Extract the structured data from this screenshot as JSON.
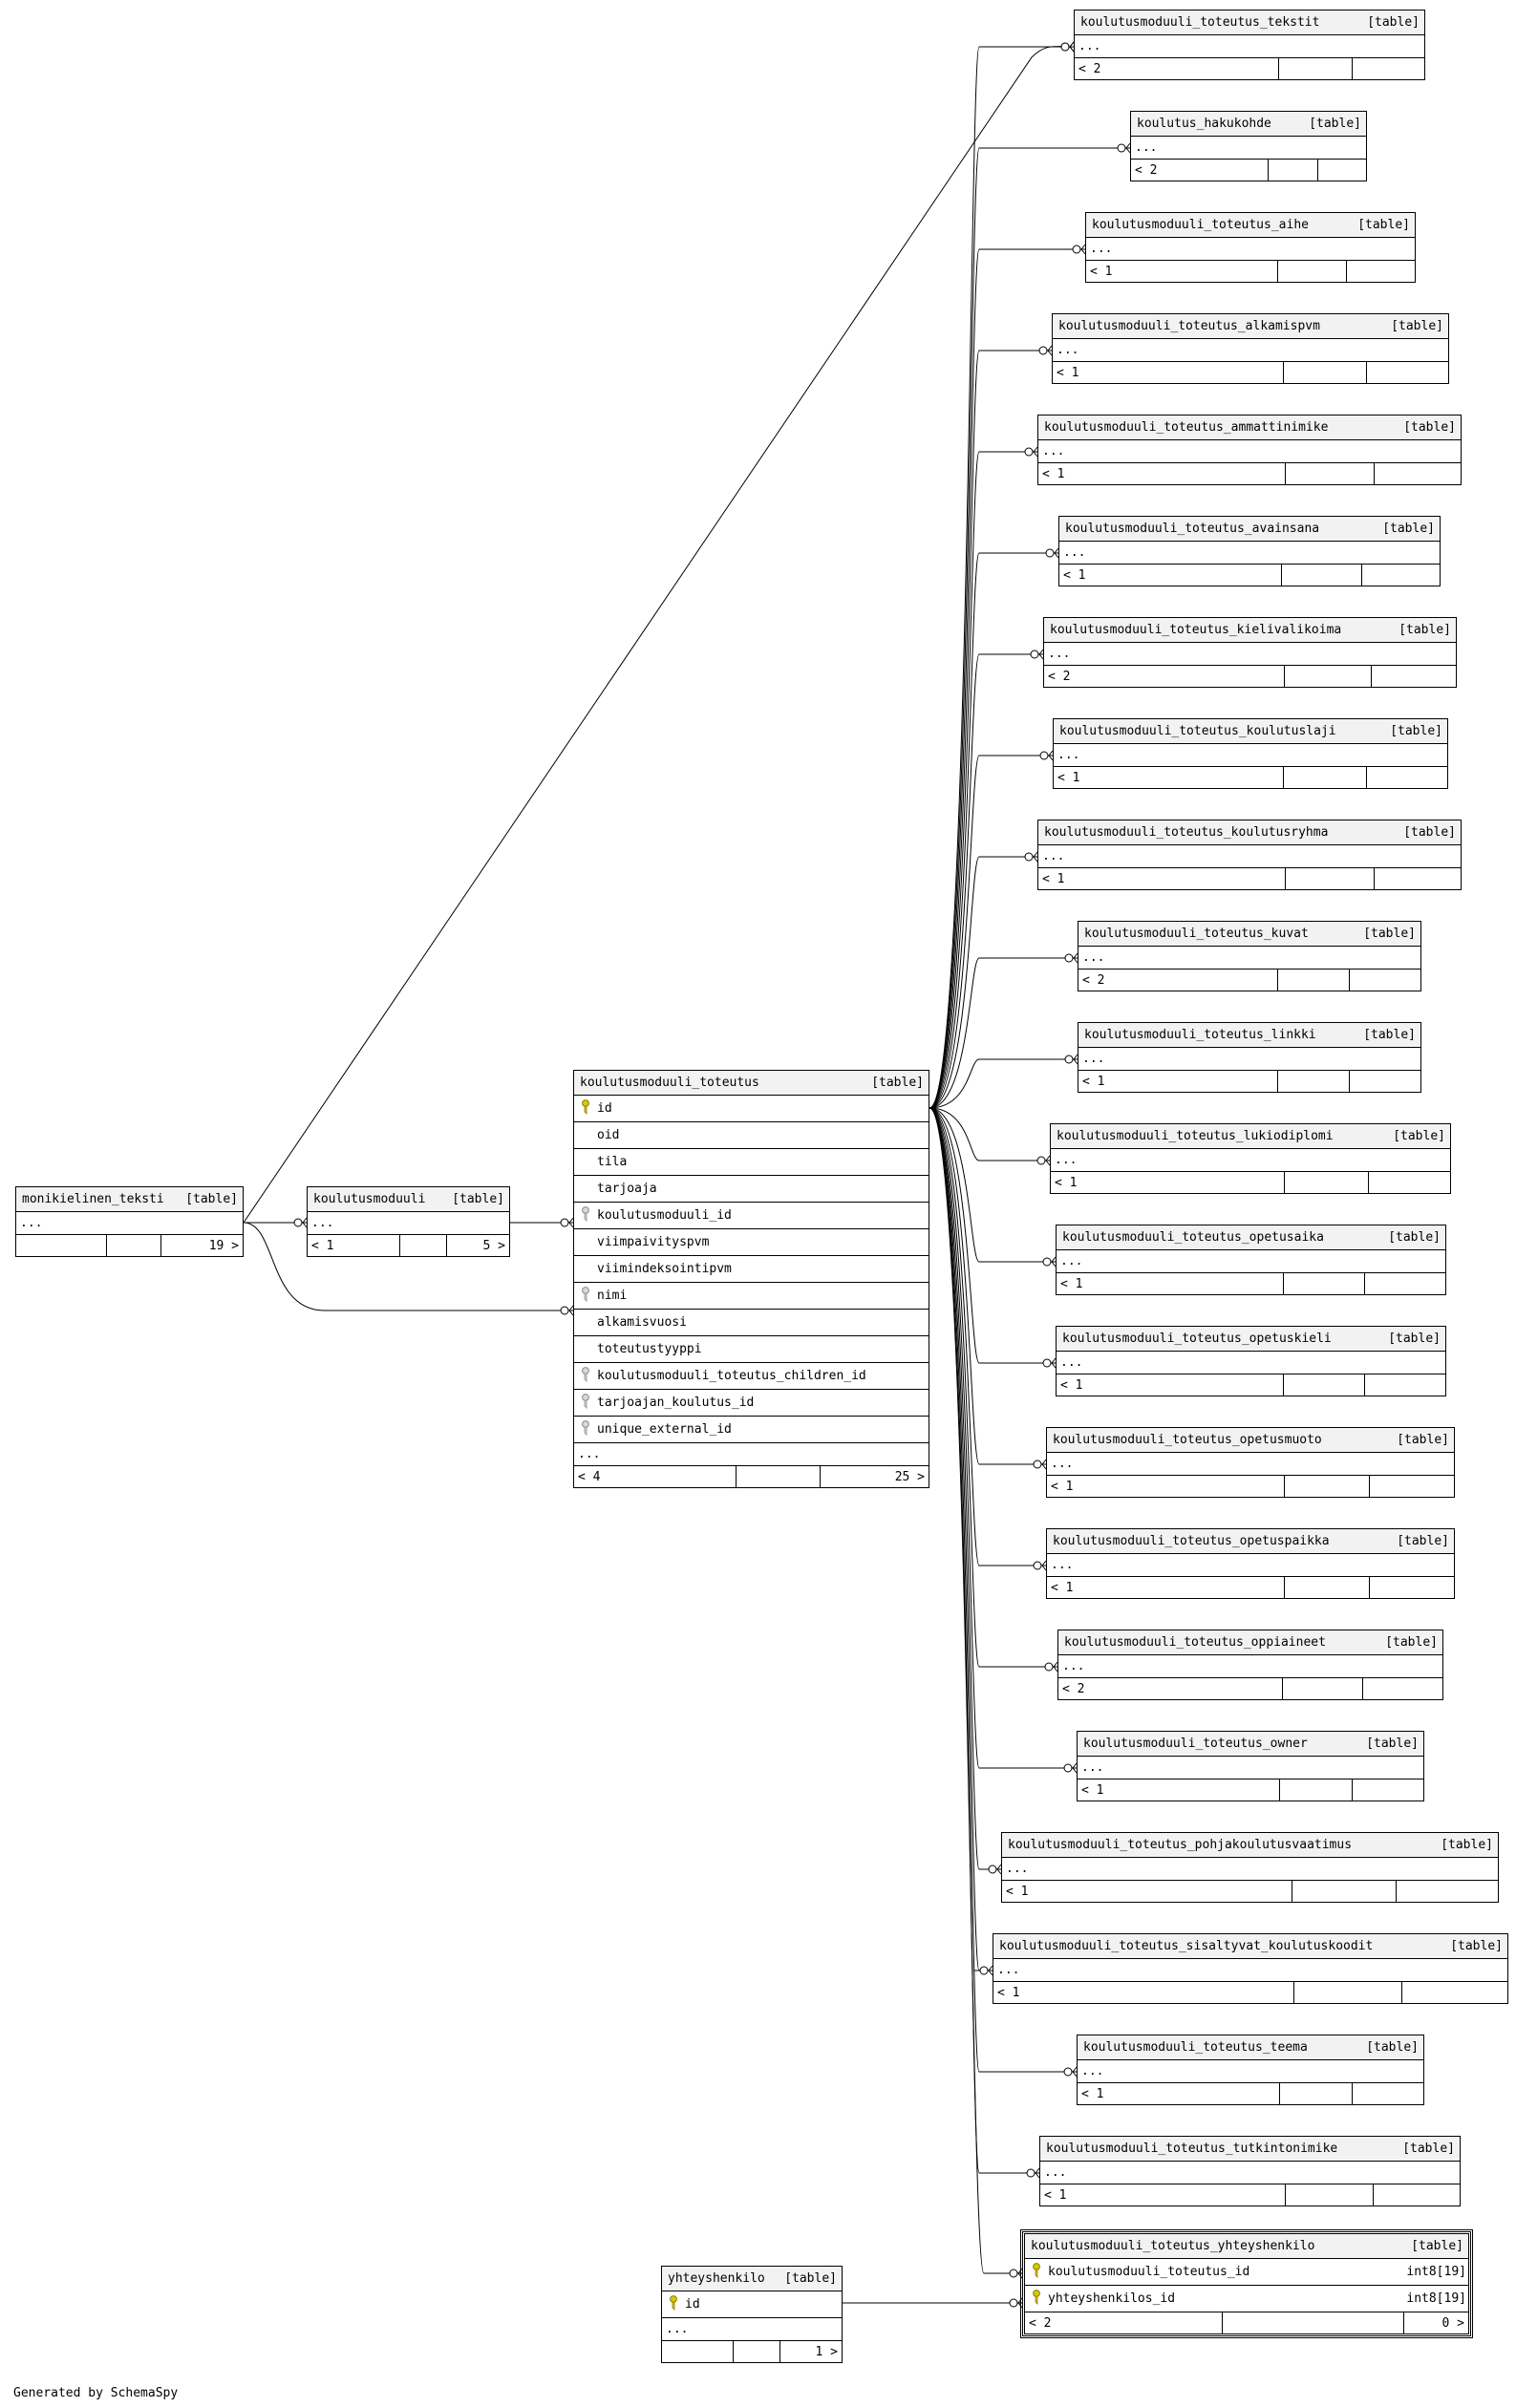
{
  "tables": [
    {
      "id": "monikielinen_teksti",
      "name": "monikielinen_teksti",
      "kind": "[table]",
      "ellipsis": "...",
      "footer": [
        "",
        "",
        "19 >"
      ]
    },
    {
      "id": "koulutusmoduuli",
      "name": "koulutusmoduuli",
      "kind": "[table]",
      "ellipsis": "...",
      "footer": [
        "< 1",
        "",
        "5 >"
      ]
    },
    {
      "id": "koulutusmoduuli_toteutus",
      "name": "koulutusmoduuli_toteutus",
      "kind": "[table]",
      "columns": [
        {
          "name": "id",
          "key": "pk"
        },
        {
          "name": "oid",
          "key": ""
        },
        {
          "name": "tila",
          "key": ""
        },
        {
          "name": "tarjoaja",
          "key": ""
        },
        {
          "name": "koulutusmoduuli_id",
          "key": "fk"
        },
        {
          "name": "viimpaivityspvm",
          "key": ""
        },
        {
          "name": "viimindeksointipvm",
          "key": ""
        },
        {
          "name": "nimi",
          "key": "fk"
        },
        {
          "name": "alkamisvuosi",
          "key": ""
        },
        {
          "name": "toteutustyyppi",
          "key": ""
        },
        {
          "name": "koulutusmoduuli_toteutus_children_id",
          "key": "fk"
        },
        {
          "name": "tarjoajan_koulutus_id",
          "key": "fk"
        },
        {
          "name": "unique_external_id",
          "key": "fk"
        }
      ],
      "ellipsis": "...",
      "footer": [
        "< 4",
        "",
        "25 >"
      ]
    },
    {
      "id": "yhteyshenkilo",
      "name": "yhteyshenkilo",
      "kind": "[table]",
      "columns": [
        {
          "name": "id",
          "key": "pk"
        }
      ],
      "ellipsis": "...",
      "footer": [
        "",
        "",
        "1 >"
      ]
    },
    {
      "id": "koulutusmoduuli_toteutus_yhteyshenkilo",
      "name": "koulutusmoduuli_toteutus_yhteyshenkilo",
      "kind": "[table]",
      "columns": [
        {
          "name": "koulutusmoduuli_toteutus_id",
          "key": "pk",
          "type": "int8[19]"
        },
        {
          "name": "yhteyshenkilos_id",
          "key": "pk",
          "type": "int8[19]"
        }
      ],
      "footer": [
        "< 2",
        "",
        "0 >"
      ]
    },
    {
      "id": "t_tekstit",
      "name": "koulutusmoduuli_toteutus_tekstit",
      "kind": "[table]",
      "ellipsis": "...",
      "footer": [
        "< 2",
        "",
        ""
      ]
    },
    {
      "id": "t_hakukohde",
      "name": "koulutus_hakukohde",
      "kind": "[table]",
      "ellipsis": "...",
      "footer": [
        "< 2",
        "",
        ""
      ]
    },
    {
      "id": "t_aihe",
      "name": "koulutusmoduuli_toteutus_aihe",
      "kind": "[table]",
      "ellipsis": "...",
      "footer": [
        "< 1",
        "",
        ""
      ]
    },
    {
      "id": "t_alkamispvm",
      "name": "koulutusmoduuli_toteutus_alkamispvm",
      "kind": "[table]",
      "ellipsis": "...",
      "footer": [
        "< 1",
        "",
        ""
      ]
    },
    {
      "id": "t_ammattinimike",
      "name": "koulutusmoduuli_toteutus_ammattinimike",
      "kind": "[table]",
      "ellipsis": "...",
      "footer": [
        "< 1",
        "",
        ""
      ]
    },
    {
      "id": "t_avainsana",
      "name": "koulutusmoduuli_toteutus_avainsana",
      "kind": "[table]",
      "ellipsis": "...",
      "footer": [
        "< 1",
        "",
        ""
      ]
    },
    {
      "id": "t_kielivalikoima",
      "name": "koulutusmoduuli_toteutus_kielivalikoima",
      "kind": "[table]",
      "ellipsis": "...",
      "footer": [
        "< 2",
        "",
        ""
      ]
    },
    {
      "id": "t_koulutuslaji",
      "name": "koulutusmoduuli_toteutus_koulutuslaji",
      "kind": "[table]",
      "ellipsis": "...",
      "footer": [
        "< 1",
        "",
        ""
      ]
    },
    {
      "id": "t_koulutusryhma",
      "name": "koulutusmoduuli_toteutus_koulutusryhma",
      "kind": "[table]",
      "ellipsis": "...",
      "footer": [
        "< 1",
        "",
        ""
      ]
    },
    {
      "id": "t_kuvat",
      "name": "koulutusmoduuli_toteutus_kuvat",
      "kind": "[table]",
      "ellipsis": "...",
      "footer": [
        "< 2",
        "",
        ""
      ]
    },
    {
      "id": "t_linkki",
      "name": "koulutusmoduuli_toteutus_linkki",
      "kind": "[table]",
      "ellipsis": "...",
      "footer": [
        "< 1",
        "",
        ""
      ]
    },
    {
      "id": "t_lukiodiplomi",
      "name": "koulutusmoduuli_toteutus_lukiodiplomi",
      "kind": "[table]",
      "ellipsis": "...",
      "footer": [
        "< 1",
        "",
        ""
      ]
    },
    {
      "id": "t_opetusaika",
      "name": "koulutusmoduuli_toteutus_opetusaika",
      "kind": "[table]",
      "ellipsis": "...",
      "footer": [
        "< 1",
        "",
        ""
      ]
    },
    {
      "id": "t_opetuskieli",
      "name": "koulutusmoduuli_toteutus_opetuskieli",
      "kind": "[table]",
      "ellipsis": "...",
      "footer": [
        "< 1",
        "",
        ""
      ]
    },
    {
      "id": "t_opetusmuoto",
      "name": "koulutusmoduuli_toteutus_opetusmuoto",
      "kind": "[table]",
      "ellipsis": "...",
      "footer": [
        "< 1",
        "",
        ""
      ]
    },
    {
      "id": "t_opetuspaikka",
      "name": "koulutusmoduuli_toteutus_opetuspaikka",
      "kind": "[table]",
      "ellipsis": "...",
      "footer": [
        "< 1",
        "",
        ""
      ]
    },
    {
      "id": "t_oppiaineet",
      "name": "koulutusmoduuli_toteutus_oppiaineet",
      "kind": "[table]",
      "ellipsis": "...",
      "footer": [
        "< 2",
        "",
        ""
      ]
    },
    {
      "id": "t_owner",
      "name": "koulutusmoduuli_toteutus_owner",
      "kind": "[table]",
      "ellipsis": "...",
      "footer": [
        "< 1",
        "",
        ""
      ]
    },
    {
      "id": "t_pohjakoulutusvaatimus",
      "name": "koulutusmoduuli_toteutus_pohjakoulutusvaatimus",
      "kind": "[table]",
      "ellipsis": "...",
      "footer": [
        "< 1",
        "",
        ""
      ]
    },
    {
      "id": "t_sisaltyvat",
      "name": "koulutusmoduuli_toteutus_sisaltyvat_koulutuskoodit",
      "kind": "[table]",
      "ellipsis": "...",
      "footer": [
        "< 1",
        "",
        ""
      ]
    },
    {
      "id": "t_teema",
      "name": "koulutusmoduuli_toteutus_teema",
      "kind": "[table]",
      "ellipsis": "...",
      "footer": [
        "< 1",
        "",
        ""
      ]
    },
    {
      "id": "t_tutkintonimike",
      "name": "koulutusmoduuli_toteutus_tutkintonimike",
      "kind": "[table]",
      "ellipsis": "...",
      "footer": [
        "< 1",
        "",
        ""
      ]
    }
  ],
  "footer_text": "Generated by SchemaSpy"
}
